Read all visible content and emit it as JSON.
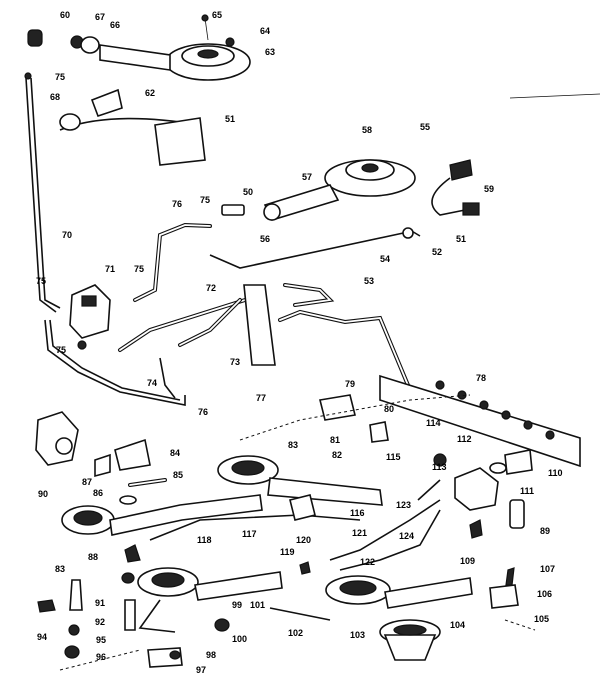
{
  "diagram": {
    "labels": [
      "60",
      "67",
      "66",
      "65",
      "64",
      "63",
      "75",
      "68",
      "62",
      "51",
      "70",
      "58",
      "55",
      "57",
      "50",
      "75",
      "56",
      "59",
      "54",
      "52",
      "51",
      "76",
      "71",
      "75",
      "53",
      "72",
      "75",
      "74",
      "73",
      "75",
      "77",
      "76",
      "78",
      "79",
      "80",
      "83",
      "81",
      "82",
      "114",
      "112",
      "115",
      "113",
      "110",
      "111",
      "84",
      "85",
      "87",
      "86",
      "90",
      "116",
      "117",
      "118",
      "123",
      "124",
      "121",
      "120",
      "119",
      "122",
      "109",
      "89",
      "88",
      "83",
      "107",
      "106",
      "91",
      "92",
      "94",
      "95",
      "96",
      "97",
      "98",
      "99",
      "100",
      "101",
      "102",
      "103",
      "104",
      "105"
    ]
  }
}
